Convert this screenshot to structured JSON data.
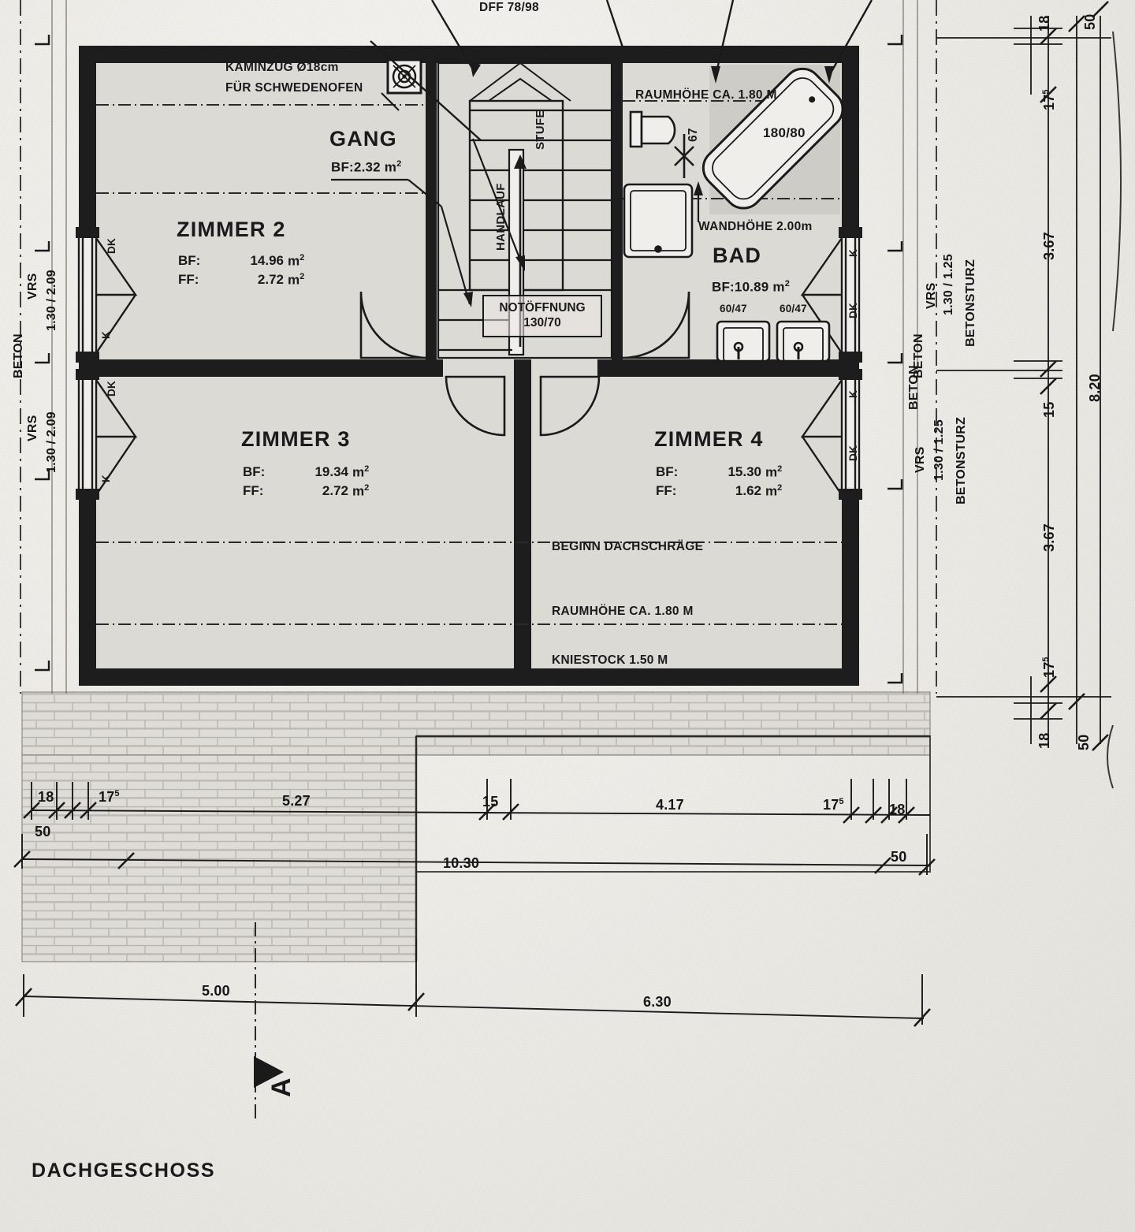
{
  "document": {
    "title": "DACHGESCHOSS",
    "section_marker": "A"
  },
  "rooms": [
    {
      "id": "zimmer2",
      "name": "ZIMMER 2",
      "bf_label": "BF:",
      "bf_value": "14.96",
      "ff_label": "FF:",
      "ff_value": "2.72",
      "unit": "m"
    },
    {
      "id": "zimmer3",
      "name": "ZIMMER 3",
      "bf_label": "BF:",
      "bf_value": "19.34",
      "ff_label": "FF:",
      "ff_value": "2.72",
      "unit": "m"
    },
    {
      "id": "zimmer4",
      "name": "ZIMMER 4",
      "bf_label": "BF:",
      "bf_value": "15.30",
      "ff_label": "FF:",
      "ff_value": "1.62",
      "unit": "m"
    },
    {
      "id": "gang",
      "name": "GANG",
      "bf_label": "BF:2.32",
      "unit": "m"
    },
    {
      "id": "bad",
      "name": "BAD",
      "bf_label": "BF:10.89",
      "unit": "m"
    }
  ],
  "annotations": {
    "chimney_line1": "KAMINZUG Ø18cm",
    "chimney_line2": "FÜR SCHWEDENOFEN",
    "roof_window_top": "DFF 78/98",
    "emergency_opening_label": "NOTÖFFNUNG",
    "emergency_opening_size": "130/70",
    "stair_step": "STUFE",
    "stair_handrail": "HANDLAUF",
    "room_height_bath": "RAUMHÖHE CA. 1.80 M",
    "wall_height_bath": "WANDHÖHE 2.00m",
    "bathtub_size": "180/80",
    "toilet_dim": "67",
    "sink_left": "60/47",
    "sink_right": "60/47",
    "roof_slope_start": "BEGINN DACHSCHRÄGE",
    "room_height": "RAUMHÖHE CA. 1.80 M",
    "knee_wall": "KNIESTOCK 1.50 M"
  },
  "window_marks": {
    "dk": "DK",
    "k": "K"
  },
  "wall_labels": {
    "left_beton": "BETON",
    "left_vrs_upper": "VRS",
    "left_size_upper": "1.30 / 2.09",
    "left_vrs_lower": "VRS",
    "left_size_lower": "1.30 / 2.09",
    "right_beton_upper": "BETON",
    "right_vrs_upper": "VRS",
    "right_size_upper": "1.30 / 1.25",
    "right_betonsturz_upper": "BETONSTURZ",
    "right_beton_lower": "BETON",
    "right_vrs_lower": "VRS",
    "right_size_lower": "1.30 / 1.25",
    "right_betonsturz_lower": "BETONSTURZ"
  },
  "dimensions": {
    "right_column": [
      {
        "value": "18",
        "sup": ""
      },
      {
        "value": "50",
        "sup": ""
      },
      {
        "value": "17",
        "sup": "5"
      },
      {
        "value": "3.67",
        "sup": ""
      },
      {
        "value": "15",
        "sup": ""
      },
      {
        "value": "8.20",
        "sup": ""
      },
      {
        "value": "3.67",
        "sup": ""
      },
      {
        "value": "17",
        "sup": "5"
      },
      {
        "value": "18",
        "sup": ""
      },
      {
        "value": "50",
        "sup": ""
      }
    ],
    "bottom_chain_upper": [
      {
        "value": "18",
        "sup": ""
      },
      {
        "value": "17",
        "sup": "5"
      },
      {
        "value": "5.27",
        "sup": ""
      },
      {
        "value": "15",
        "sup": ""
      },
      {
        "value": "4.17",
        "sup": ""
      },
      {
        "value": "17",
        "sup": "5"
      },
      {
        "value": "18",
        "sup": ""
      }
    ],
    "bottom_chain_lower": [
      {
        "value": "50",
        "sup": ""
      },
      {
        "value": "10.30",
        "sup": ""
      },
      {
        "value": "50",
        "sup": ""
      }
    ],
    "bottom_overall": [
      {
        "value": "5.00",
        "sup": ""
      },
      {
        "value": "6.30",
        "sup": ""
      }
    ]
  },
  "colors": {
    "paper": "#efeeea",
    "ink": "#1a1a1a",
    "wall_fill": "#1d1d1d",
    "room_fill": "#dcdad5",
    "hatch": "#cfccc6"
  }
}
